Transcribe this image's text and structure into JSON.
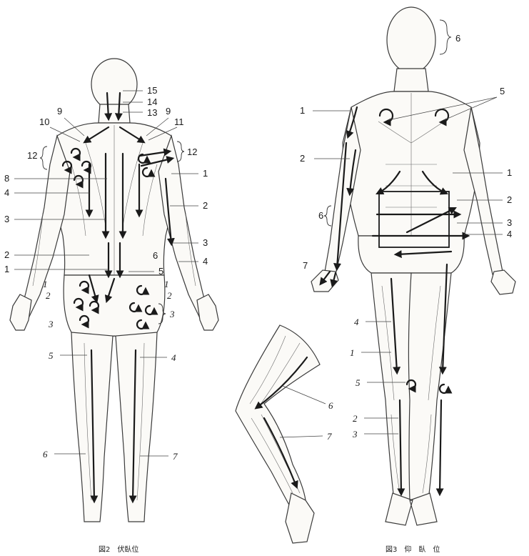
{
  "captions": {
    "left": "図2　伏臥位",
    "right": "図3　仰　臥　位"
  },
  "prone_labels": {
    "l15": "15",
    "l14": "14",
    "l13": "13",
    "l9a": "9",
    "l9b": "9",
    "l10": "10",
    "l11": "11",
    "l12a": "12",
    "l12b": "12",
    "l8": "8",
    "l4a": "4",
    "l1a": "1",
    "l2a": "2",
    "l3a": "3",
    "l3b": "3",
    "l2b": "2",
    "l6": "6",
    "l4b": "4",
    "l1b": "1",
    "l5": "5",
    "i1a": "1",
    "i1b": "1",
    "i2a": "2",
    "i2b": "2",
    "i3a": "3",
    "i3b": "3",
    "i5": "5",
    "i4": "4",
    "i6": "6",
    "i7": "7"
  },
  "supine_labels": {
    "l6head": "6",
    "l5": "5",
    "l1a": "1",
    "l2a": "2",
    "l1b": "1",
    "l2b": "2",
    "l3": "3",
    "l4": "4",
    "l6arm": "6",
    "l7": "7",
    "i4": "4",
    "i1": "1",
    "i5": "5",
    "i2": "2",
    "i3": "3",
    "leg6": "6",
    "leg7": "7"
  }
}
